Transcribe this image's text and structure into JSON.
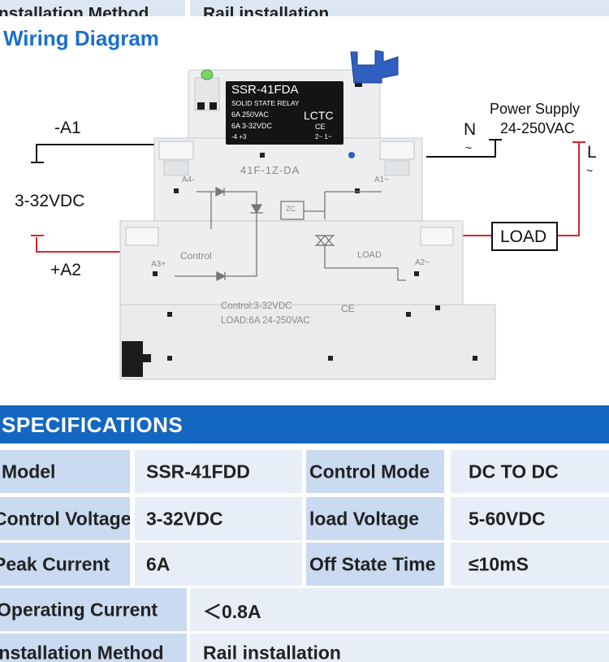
{
  "top_strip": {
    "label": "Installation Method",
    "value": "Rail installation"
  },
  "wiring": {
    "title": "Wiring Diagram",
    "relay": {
      "model": "SSR-41FDA",
      "subtitle": "SOLID STATE RELAY",
      "rating_ac": "6A  250VAC",
      "rating_dc": "6A  3-32VDC",
      "brand": "LCTC",
      "ce": "CE",
      "terminals_left": "-4    +3",
      "terminals_right": "2~  1~",
      "base_code": "41F-1Z-DA",
      "a4": "A4-",
      "a1": "A1~",
      "a3": "A3+",
      "a2": "A2~",
      "zc": "ZC",
      "control": "Control",
      "load": "LOAD",
      "footer_control": "Control:3-32VDC",
      "footer_load": "LOAD:6A  24-250VAC",
      "footer_ce": "CE"
    },
    "labels": {
      "minus_a1": "-A1",
      "voltage_dc": "3-32VDC",
      "plus_a2": "+A2",
      "power_supply": "Power Supply",
      "power_range": "24-250VAC",
      "n": "N",
      "n_tilde": "~",
      "l": "L",
      "l_tilde": "~",
      "load_box": "LOAD"
    },
    "colors": {
      "positive_wire": "#d9252a",
      "negative_wire": "#111111",
      "title": "#1a6fce"
    }
  },
  "specs": {
    "header": "SPECIFICATIONS",
    "rows": [
      {
        "label1": "Model",
        "value1": "SSR-41FDD",
        "label2": "Control Mode",
        "value2": "DC TO DC"
      },
      {
        "label1": "Control Voltage",
        "value1": "3-32VDC",
        "label2": "load Voltage",
        "value2": "5-60VDC"
      },
      {
        "label1": "Peak Current",
        "value1": "6A",
        "label2": "Off State Time",
        "value2": "≤10mS"
      },
      {
        "label1": "Operating Current",
        "value1": "＜0.8A"
      },
      {
        "label1": "Installation Method",
        "value1": "Rail installation"
      }
    ],
    "colors": {
      "header_bg": "#1467c0",
      "label_bg": "#c9daf1",
      "value_bg": "#e8eef7"
    }
  }
}
